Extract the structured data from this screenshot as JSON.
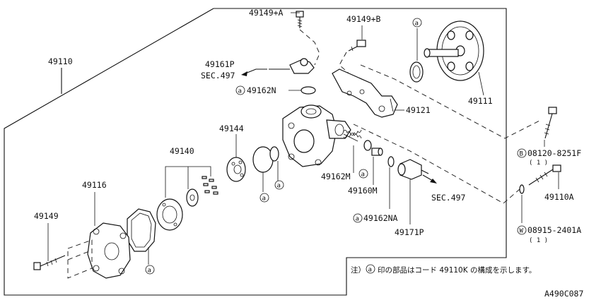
{
  "labels": {
    "p49149A": "49149+A",
    "p49149B": "49149+B",
    "p49110": "49110",
    "p49161P": "49161P",
    "sec497a": "SEC.497",
    "p49162N": "49162N",
    "p49111": "49111",
    "p49121": "49121",
    "p49144": "49144",
    "p49140": "49140",
    "p49116": "49116",
    "p49149": "49149",
    "p49162M": "49162M",
    "p49160M": "49160M",
    "p49162NA": "49162NA",
    "p49171P": "49171P",
    "sec497b": "SEC.497",
    "p08120": "08120-8251F",
    "p08120qty": "( 1 )",
    "p49110A": "49110A",
    "p08915": "08915-2401A",
    "p08915qty": "( 1 )",
    "markA": "a",
    "markB": "B",
    "markW": "W"
  },
  "note": {
    "prefix": "注）",
    "text": "印の部品はコード 49110K の構成を示します。"
  },
  "diagram_code": "A490C087"
}
